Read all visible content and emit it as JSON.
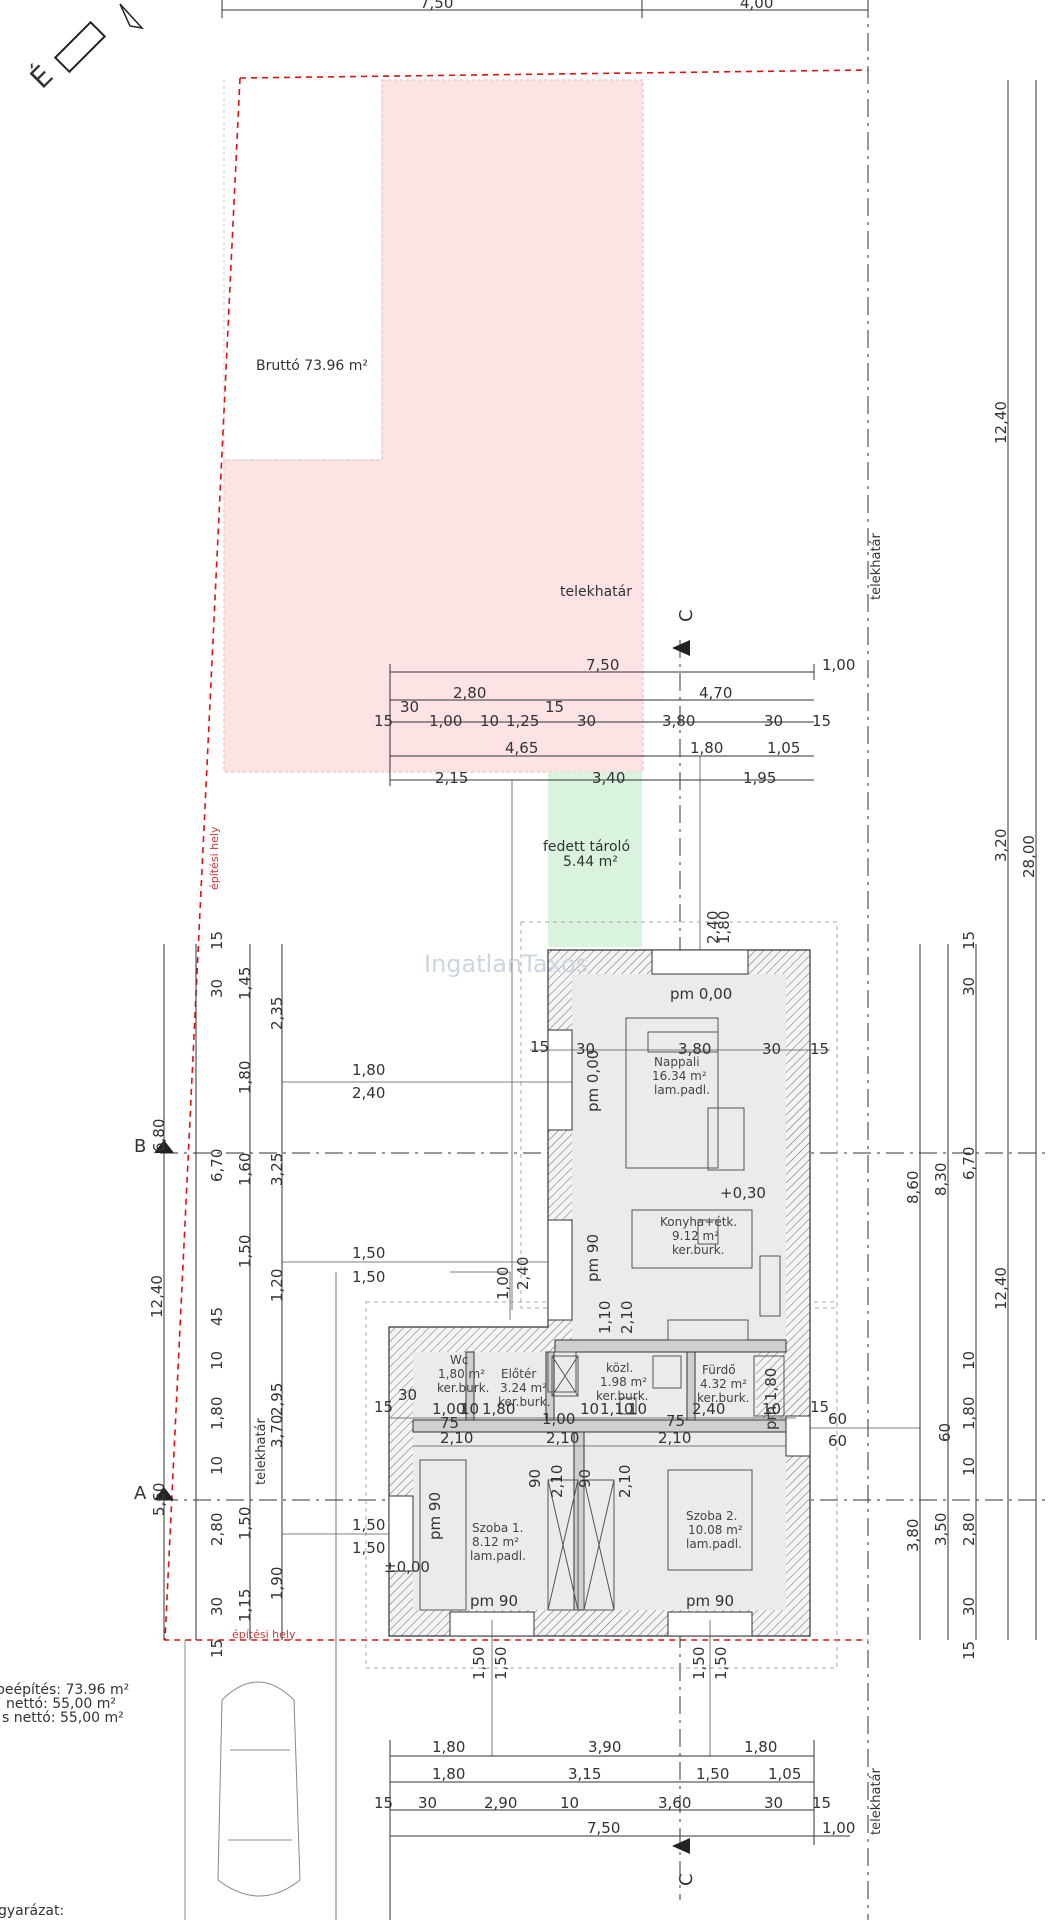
{
  "north_label": "É",
  "labels": {
    "brutto": "Bruttó 73.96 m²",
    "telekhatar": "telekhatár",
    "epitesi_hely": "építési hely",
    "watermark": "IngatlanTaxos",
    "section_c": "C",
    "section_b": "B",
    "section_a": "A",
    "fedett_tarolo": "fedett tároló",
    "fedett_tarolo_area": "5.44 m²",
    "level_pm000_top": "pm 0,00",
    "level_plus030": "+0,30",
    "level_pm000_side": "pm 0,00",
    "level_pm90_kitchen": "pm 90",
    "level_pm90_room1_side": "pm 90",
    "level_pm90_room1": "pm 90",
    "level_pm90_room2": "pm 90",
    "level_pm180": "pm 1,80",
    "level_pm000_entry": "±0,00",
    "legend_title": "gyarázat:"
  },
  "rooms": [
    {
      "name": "Nappali",
      "area": "16.34 m²",
      "floor": "lam.padl."
    },
    {
      "name": "Konyha+étk.",
      "area": "9.12 m²",
      "floor": "ker.burk."
    },
    {
      "name": "Wc",
      "area": "1,80 m²",
      "floor": "ker.burk."
    },
    {
      "name": "Előtér",
      "area": "3.24 m²",
      "floor": "ker.burk."
    },
    {
      "name": "közl.",
      "area": "1.98 m²",
      "floor": "ker.burk."
    },
    {
      "name": "Fürdő",
      "area": "4.32 m²",
      "floor": "ker.burk."
    },
    {
      "name": "Szoba 1.",
      "area": "8.12 m²",
      "floor": "lam.padl."
    },
    {
      "name": "Szoba 2.",
      "area": "10.08 m²",
      "floor": "lam.padl."
    }
  ],
  "summary": {
    "line1": "beépítés: 73.96 m²",
    "line2": "nettó: 55,00 m²",
    "line3": "s nettó: 55,00 m²"
  },
  "dims": {
    "top1": "7,50",
    "top2": "4,00",
    "r1_a": "7,50",
    "r1_b": "1,00",
    "r2_a": "2,80",
    "r2_b": "4,70",
    "r3_a": "15",
    "r3_b": "30",
    "r3_c": "1,00",
    "r3_d": "10",
    "r3_e": "1,25",
    "r3_f": "15",
    "r3_g": "30",
    "r3_h": "3,80",
    "r3_i": "30",
    "r3_j": "15",
    "r4_a": "4,65",
    "r4_b": "1,80",
    "r4_c": "1,05",
    "r5_a": "2,15",
    "r5_b": "3,40",
    "r5_c": "1,95",
    "v180_top": "1,80",
    "v240_top": "2,40",
    "in_15a": "15",
    "in_30a": "30",
    "in_380": "3,80",
    "in_30b": "30",
    "in_15b": "15",
    "win_180": "1,80",
    "win_240": "2,40",
    "win_150a": "1,50",
    "win_150b": "1,50",
    "win_150c": "1,50",
    "win_150d": "1,50",
    "v100": "1,00",
    "v240m": "2,40",
    "v110": "1,10",
    "v210": "2,10",
    "m_15": "15",
    "m_30": "30",
    "m_100": "1,00",
    "m_10a": "10",
    "m_75a": "75",
    "m_180": "1,80",
    "m_100b": "1,00",
    "m_10b": "10",
    "m_110": "1,10",
    "m_10c": "10",
    "m_75b": "75",
    "m_240": "2,40",
    "m_10d": "10",
    "m_15b": "15",
    "m_210a": "2,10",
    "m_210b": "2,10",
    "m_210c": "2,10",
    "m_60a": "60",
    "m_60b": "60",
    "m_60c": "60",
    "d90a": "90",
    "d210a": "2,10",
    "d90b": "90",
    "d210b": "2,10",
    "b1": "1,80",
    "b2": "3,90",
    "b3": "1,80",
    "c1": "1,80",
    "c2": "3,15",
    "c3": "1,50",
    "c4": "1,05",
    "e1": "15",
    "e2": "30",
    "e3": "2,90",
    "e4": "10",
    "e5": "3,60",
    "e6": "30",
    "e7": "15",
    "f1": "7,50",
    "f2": "1,00",
    "bv150a": "1,50",
    "bv150b": "1,50",
    "bv150c": "1,50",
    "bv150d": "1,50",
    "L_1240": "12,40",
    "L_560": "5,60",
    "L_680": "6,80",
    "L2_15": "15",
    "L2_30": "30",
    "L2_670": "6,70",
    "L2_45": "45",
    "L2_10": "10",
    "L2_180": "1,80",
    "L2_10b": "10",
    "L2_280": "2,80",
    "L2_30b": "30",
    "L2_15b": "15",
    "L3_145": "1,45",
    "L3_180": "1,80",
    "L3_160": "1,60",
    "L3_150": "1,50",
    "L3_150b": "1,50",
    "L3_115": "1,15",
    "L4_235": "2,35",
    "L4_325": "3,25",
    "L4_120": "1,20",
    "L4_295": "2,95",
    "L4_370": "3,70",
    "L4_190": "1,90",
    "R_1240a": "12,40",
    "R_320": "3,20",
    "R_2800": "28,00",
    "R_1240b": "12,40",
    "R2_860": "8,60",
    "R2_380": "3,80",
    "R3_830": "8,30",
    "R3_350": "3,50",
    "R4_15": "15",
    "R4_30": "30",
    "R4_670": "6,70",
    "R4_10": "10",
    "R4_180": "1,80",
    "R4_10b": "10",
    "R4_280": "2,80",
    "R4_30b": "30",
    "R4_15b": "15"
  }
}
